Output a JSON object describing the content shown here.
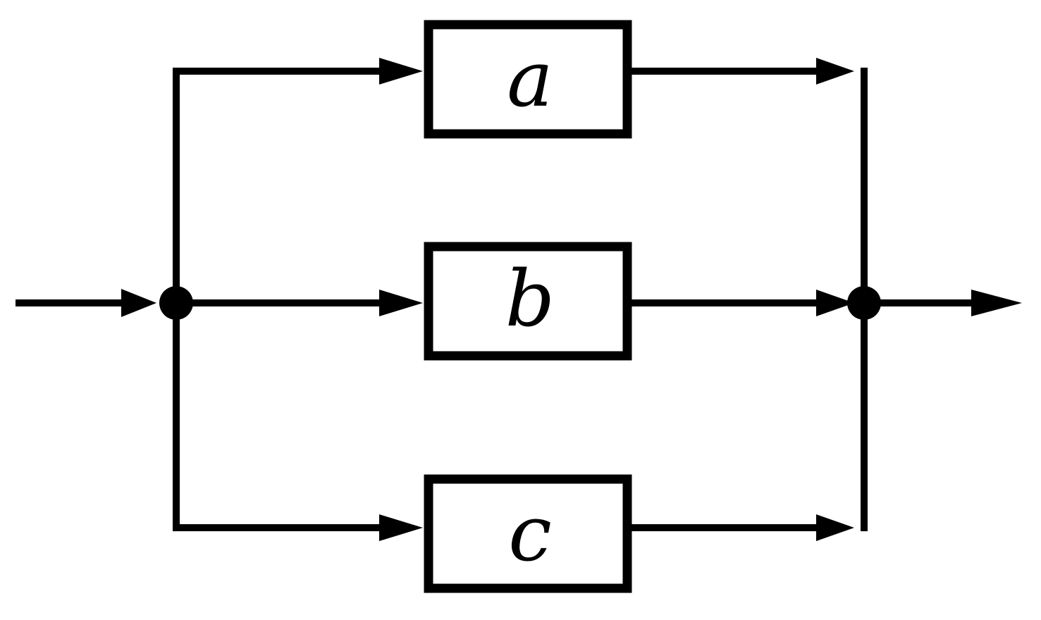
{
  "diagram": {
    "blocks": [
      {
        "id": "a",
        "label": "a"
      },
      {
        "id": "b",
        "label": "b"
      },
      {
        "id": "c",
        "label": "c"
      }
    ]
  }
}
